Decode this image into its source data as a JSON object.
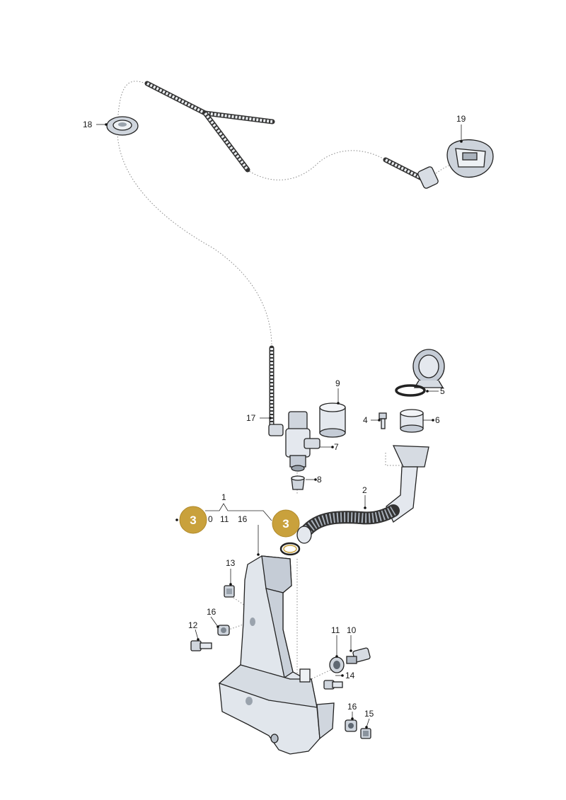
{
  "callouts": {
    "c1": "1",
    "c2": "2",
    "c4": "4",
    "c5": "5",
    "c6": "6",
    "c7": "7",
    "c8": "8",
    "c9": "9",
    "c10": "10",
    "c11": "11",
    "c12": "12",
    "c13": "13",
    "c14": "14",
    "c15": "15",
    "c16a": "16",
    "c16b": "16",
    "c17": "17",
    "c18": "18",
    "c19": "19"
  },
  "group_1": {
    "sub_a": "0",
    "sub_b": "11",
    "sub_c": "16"
  },
  "badges": {
    "left": "3",
    "right": "3"
  },
  "colors": {
    "badge": "#c9a13c",
    "part_fill": "#e4e8ee",
    "part_shade": "#c5ccd6",
    "hose": "#a8b0ba"
  }
}
